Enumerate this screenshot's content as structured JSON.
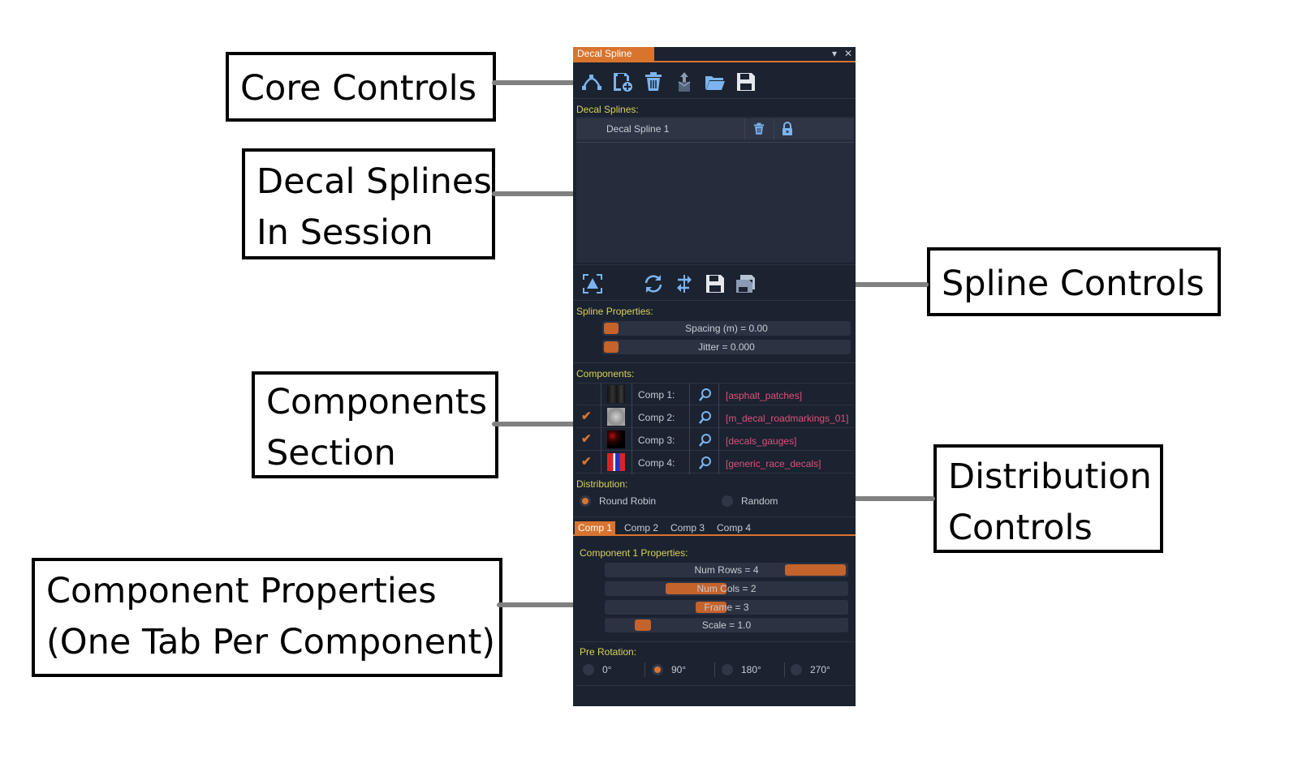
{
  "callouts": {
    "core": [
      "Core Controls"
    ],
    "decal_splines": [
      "Decal Splines",
      "In Session"
    ],
    "spline_controls": [
      "Spline Controls"
    ],
    "components": [
      "Components",
      "Section"
    ],
    "distribution": [
      "Distribution",
      "Controls"
    ],
    "component_props": [
      "Component Properties",
      "(One Tab Per Component)"
    ]
  },
  "panel": {
    "title": "Decal Spline",
    "title_buttons": [
      "▾",
      "✕"
    ],
    "core_toolbar_icons": [
      "new-spline-icon",
      "save-add-icon",
      "delete-icon",
      "export-icon",
      "open-folder-icon",
      "save-icon"
    ],
    "decal_splines_label": "Decal Splines:",
    "splines": [
      {
        "name": "Decal Spline 1"
      }
    ],
    "spline_toolbar_icons": [
      "focus-icon",
      "refresh-icon",
      "swap-icon",
      "save-icon",
      "save-as-icon"
    ],
    "spline_props_label": "Spline Properties:",
    "spline_props": [
      {
        "label": "Spacing (m) = 0.00",
        "value": 0.0
      },
      {
        "label": "Jitter = 0.000",
        "value": 0.0
      }
    ],
    "components_label": "Components:",
    "components": [
      {
        "checked": false,
        "label": "Comp 1:",
        "material": "[asphalt_patches]"
      },
      {
        "checked": true,
        "label": "Comp 2:",
        "material": "[m_decal_roadmarkings_01]"
      },
      {
        "checked": true,
        "label": "Comp 3:",
        "material": "[decals_gauges]"
      },
      {
        "checked": true,
        "label": "Comp 4:",
        "material": "[generic_race_decals]"
      }
    ],
    "distribution_label": "Distribution:",
    "distribution": {
      "options": [
        "Round Robin",
        "Random"
      ],
      "selected": "Round Robin"
    },
    "tabs": [
      "Comp 1",
      "Comp 2",
      "Comp 3",
      "Comp 4"
    ],
    "active_tab": "Comp 1",
    "component_props_label": "Component 1 Properties:",
    "component_props": [
      {
        "label": "Num Rows = 4",
        "value": 4,
        "fraction": 1.0
      },
      {
        "label": "Num Cols = 2",
        "value": 2,
        "fraction": 0.33
      },
      {
        "label": "Frame = 3",
        "value": 3,
        "fraction": 0.5
      },
      {
        "label": "Scale = 1.0",
        "value": 1.0,
        "fraction": 0.13
      }
    ],
    "pre_rotation_label": "Pre Rotation:",
    "pre_rotation": {
      "options": [
        "0°",
        "90°",
        "180°",
        "270°"
      ],
      "selected": "90°"
    },
    "colors": {
      "accent": "#d9742f",
      "panel_bg": "#1b2230",
      "label_yellow": "#d8d25a",
      "material_pink": "#e0507a",
      "icon_blue": "#7bb4ef"
    }
  }
}
